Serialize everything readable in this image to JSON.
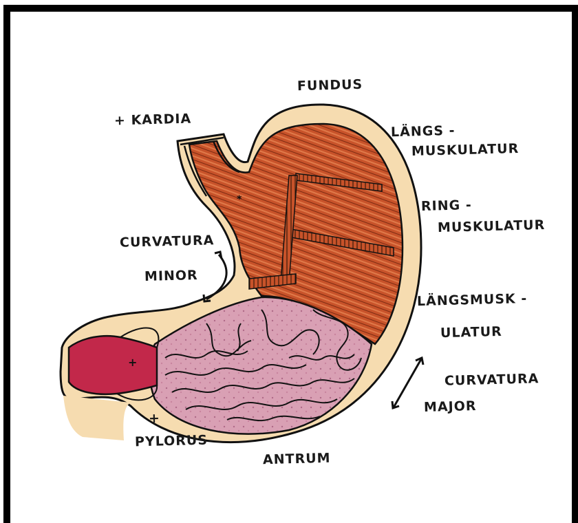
{
  "labels": {
    "fundus": "FUNDUS",
    "kardia": "+ KARDIA",
    "langs_1": "LÄNGS -",
    "langs_2": "MUSKULATUR",
    "ring_1": "RING -",
    "ring_2": "MUSKULATUR",
    "curvatura_minor_1": "CURVATURA",
    "curvatura_minor_2": "MINOR",
    "langsmusk_1": "LÄNGSMUSK -",
    "langsmusk_2": "ULATUR",
    "curvatura_major_1": "CURVATURA",
    "curvatura_major_2": "MAJOR",
    "pylorus_plus": "+",
    "pylorus": "PYLORUS",
    "antrum": "ANTRUM"
  },
  "colors": {
    "outer_wall": "#f6dcb0",
    "muscle": "#c8532a",
    "mucosa": "#d9a0b4",
    "pylorus": "#c2284a",
    "outline": "#111111",
    "frame": "#000000"
  }
}
